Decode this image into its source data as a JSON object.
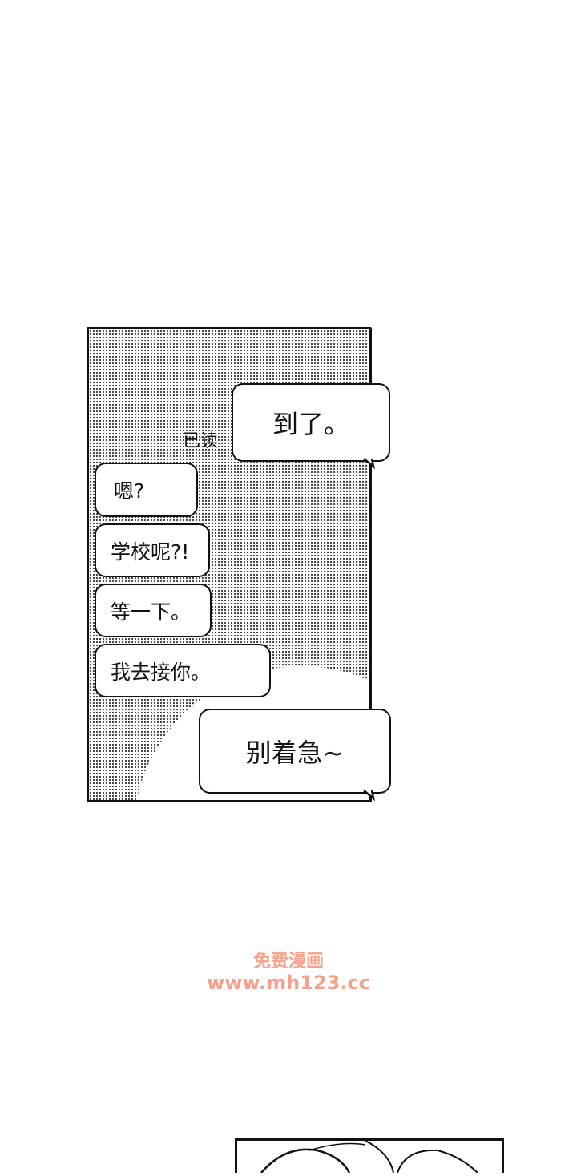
{
  "messages": [
    {
      "text": "到了。",
      "side": "right"
    },
    {
      "text": "嗯?",
      "side": "left"
    },
    {
      "text": "学校呢?!",
      "side": "left"
    },
    {
      "text": "等一下。",
      "side": "left"
    },
    {
      "text": "我去接你。",
      "side": "left"
    },
    {
      "text": "别着急~",
      "side": "right"
    }
  ],
  "read_receipt": "已读",
  "watermark": {
    "line1": "免费漫画",
    "line2": "www.mh123.cc"
  }
}
